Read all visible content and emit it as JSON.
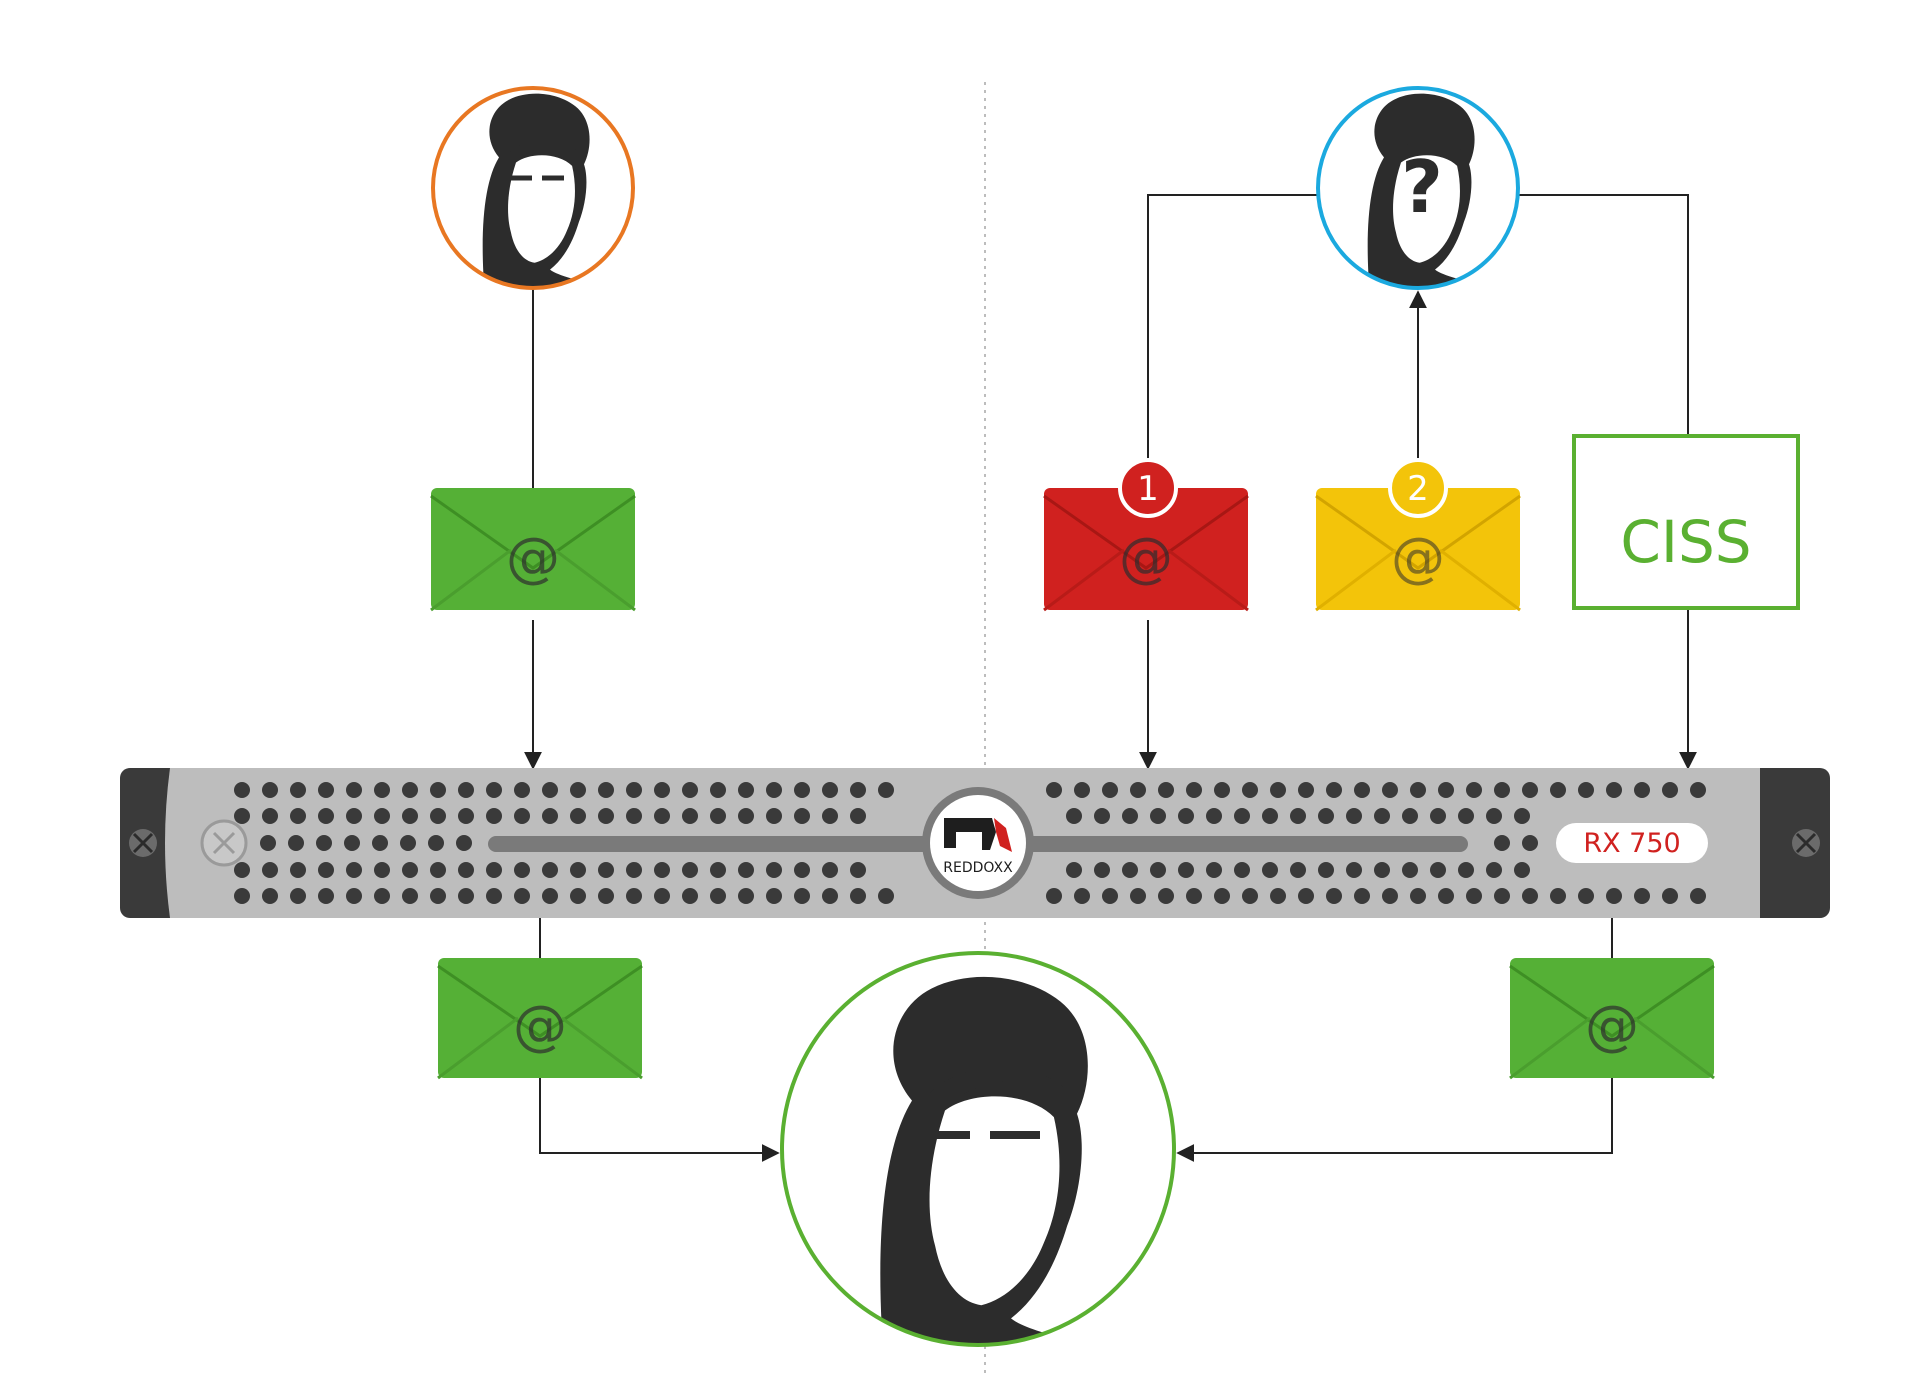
{
  "server": {
    "logo_text": "REDDOXX",
    "model_label": "RX 750"
  },
  "ciss_box": {
    "label": "CISS"
  },
  "envelopes": {
    "symbol": "@",
    "red_badge": "1",
    "yellow_badge": "2"
  },
  "unknown_sender": {
    "symbol": "?"
  },
  "colors": {
    "sender_ring": "#E87722",
    "unknown_ring": "#1BA9DF",
    "recipient_ring": "#5AB031",
    "envelope_green": "#55B036",
    "envelope_red": "#D0211F",
    "envelope_yellow": "#F3C40A",
    "ciss": "#5AB031",
    "model_label": "#D0211F"
  },
  "icons": {
    "sender_avatar": "person-portrait-icon",
    "unknown_avatar": "unknown-person-icon",
    "recipient_avatar": "person-portrait-icon",
    "envelope": "mail-envelope-icon",
    "screw": "rack-screw-icon",
    "logo": "reddoxx-logo-icon"
  }
}
